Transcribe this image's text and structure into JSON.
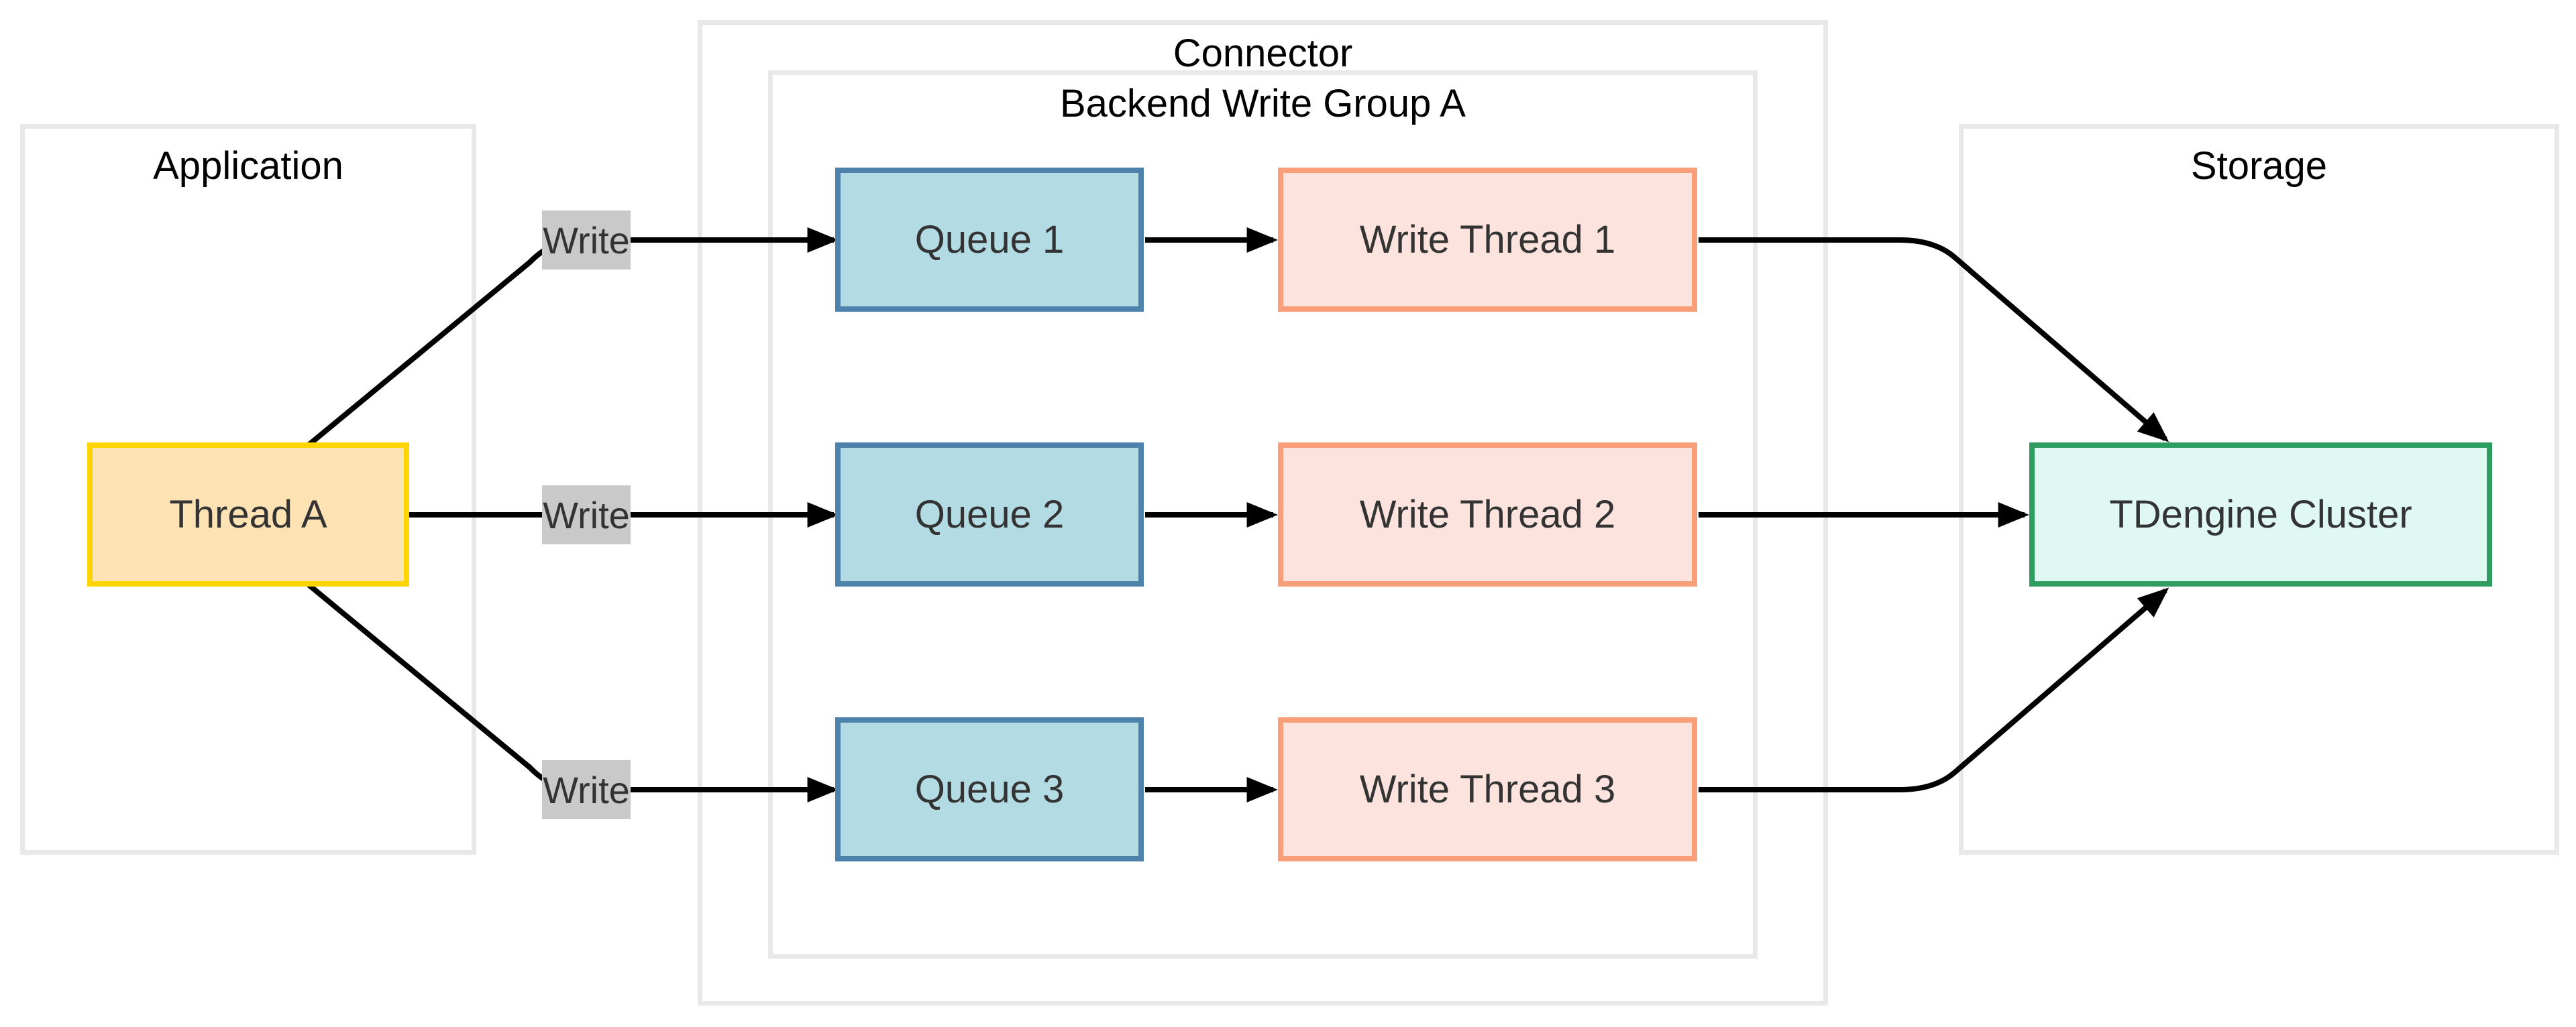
{
  "diagram": {
    "title_hint": "Thread writes fan out through queues and write threads into TDengine",
    "containers": {
      "application": {
        "label": "Application"
      },
      "connector": {
        "label": "Connector"
      },
      "backend_write_group": {
        "label": "Backend Write Group A"
      },
      "storage": {
        "label": "Storage"
      }
    },
    "nodes": {
      "thread_a": {
        "label": "Thread A",
        "fill": "#fde3b3",
        "stroke": "#ffd400"
      },
      "queue_1": {
        "label": "Queue 1",
        "fill": "#b3dbe4",
        "stroke": "#4d82ad"
      },
      "queue_2": {
        "label": "Queue 2",
        "fill": "#b3dbe4",
        "stroke": "#4d82ad"
      },
      "queue_3": {
        "label": "Queue 3",
        "fill": "#b3dbe4",
        "stroke": "#4d82ad"
      },
      "write_thread_1": {
        "label": "Write Thread 1",
        "fill": "#fce3de",
        "stroke": "#f89e78"
      },
      "write_thread_2": {
        "label": "Write Thread 2",
        "fill": "#fce3de",
        "stroke": "#f89e78"
      },
      "write_thread_3": {
        "label": "Write Thread 3",
        "fill": "#fce3de",
        "stroke": "#f89e78"
      },
      "tdengine_cluster": {
        "label": "TDengine Cluster",
        "fill": "#dff8f4",
        "stroke": "#2f9c60"
      }
    },
    "edge_labels": {
      "write_1": "Write",
      "write_2": "Write",
      "write_3": "Write"
    },
    "edges": [
      {
        "from": "thread_a",
        "to": "queue_1",
        "label": "Write"
      },
      {
        "from": "thread_a",
        "to": "queue_2",
        "label": "Write"
      },
      {
        "from": "thread_a",
        "to": "queue_3",
        "label": "Write"
      },
      {
        "from": "queue_1",
        "to": "write_thread_1",
        "label": ""
      },
      {
        "from": "queue_2",
        "to": "write_thread_2",
        "label": ""
      },
      {
        "from": "queue_3",
        "to": "write_thread_3",
        "label": ""
      },
      {
        "from": "write_thread_1",
        "to": "tdengine_cluster",
        "label": ""
      },
      {
        "from": "write_thread_2",
        "to": "tdengine_cluster",
        "label": ""
      },
      {
        "from": "write_thread_3",
        "to": "tdengine_cluster",
        "label": ""
      }
    ],
    "colors": {
      "background": "#ffffff",
      "edge": "#000000",
      "edge_label_bg": "#c9c9c9",
      "container_border": "#e8e8e8",
      "container_text": "#000000",
      "node_text": "#333333"
    }
  }
}
